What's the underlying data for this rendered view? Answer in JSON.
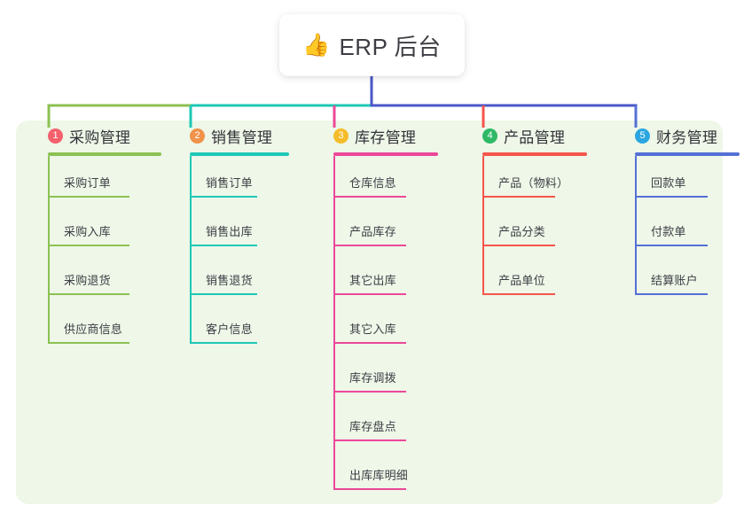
{
  "root": {
    "icon": "thumbs-up-icon",
    "icon_glyph": "👍",
    "title": "ERP 后台"
  },
  "palette": {
    "panel_background": "#eef7e8",
    "page_background": "#ffffff",
    "card_background": "#ffffff",
    "title_text": "#333338",
    "leaf_text": "#3d3d44",
    "root_connector": "#4a57c8"
  },
  "columns": [
    {
      "number": "1",
      "title": "采购管理",
      "badge_color": "#f4606c",
      "line_color": "#8cc152",
      "items": [
        {
          "label": "采购订单"
        },
        {
          "label": "采购入库"
        },
        {
          "label": "采购退货"
        },
        {
          "label": "供应商信息"
        }
      ]
    },
    {
      "number": "2",
      "title": "销售管理",
      "badge_color": "#f0924a",
      "line_color": "#1ec8b6",
      "items": [
        {
          "label": "销售订单"
        },
        {
          "label": "销售出库"
        },
        {
          "label": "销售退货"
        },
        {
          "label": "客户信息"
        }
      ]
    },
    {
      "number": "3",
      "title": "库存管理",
      "badge_color": "#f5bc2a",
      "line_color": "#ec4899",
      "items": [
        {
          "label": "仓库信息"
        },
        {
          "label": "产品库存"
        },
        {
          "label": "其它出库"
        },
        {
          "label": "其它入库"
        },
        {
          "label": "库存调拨"
        },
        {
          "label": "库存盘点"
        },
        {
          "label": "出库库明细"
        }
      ]
    },
    {
      "number": "4",
      "title": "产品管理",
      "badge_color": "#2fb866",
      "line_color": "#f5554c",
      "items": [
        {
          "label": "产品（物料）"
        },
        {
          "label": "产品分类"
        },
        {
          "label": "产品单位"
        }
      ]
    },
    {
      "number": "5",
      "title": "财务管理",
      "badge_color": "#2ba6e0",
      "line_color": "#5470d6",
      "items": [
        {
          "label": "回款单"
        },
        {
          "label": "付款单"
        },
        {
          "label": "结算账户"
        }
      ]
    }
  ]
}
